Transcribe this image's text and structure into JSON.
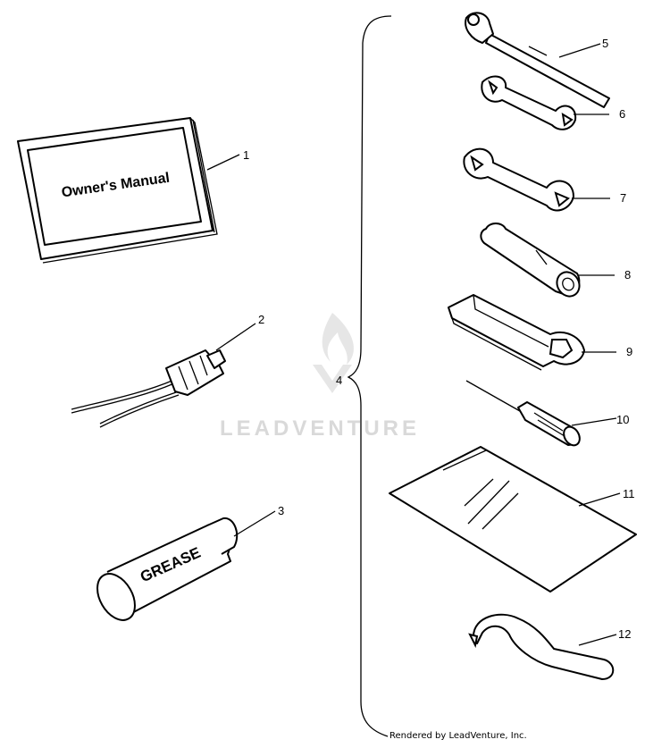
{
  "callouts": [
    "1",
    "2",
    "3",
    "4",
    "5",
    "6",
    "7",
    "8",
    "9",
    "10",
    "11",
    "12"
  ],
  "book_title": "Owner's Manual",
  "grease_label": "GREASE",
  "watermark": "LEADVENTURE",
  "credit": "Rendered by LeadVenture, Inc."
}
